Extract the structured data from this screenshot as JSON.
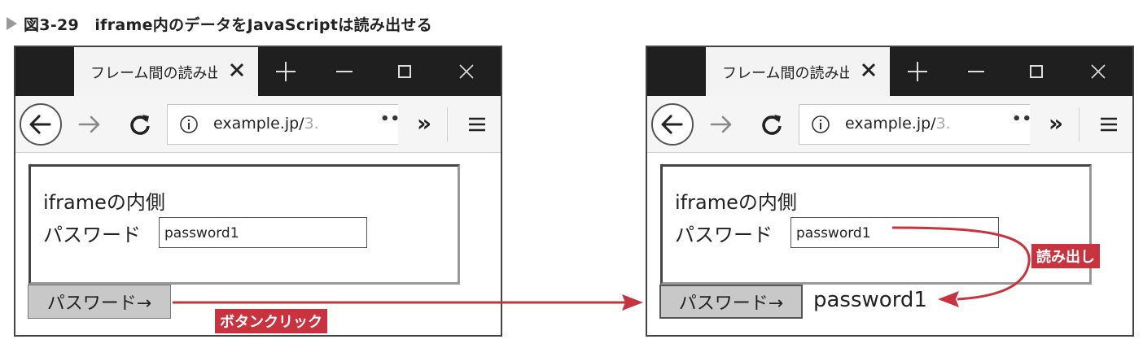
{
  "figure_title": "図3-29　iframe内のデータをJavaScriptは読み出せる",
  "browsers": [
    {
      "tab_label": "フレーム間の読み出",
      "url_host": "example.jp/",
      "url_path": "3.",
      "iframe_heading": "iframeの内側",
      "password_label": "パスワード",
      "password_value": "password1",
      "button_label": "パスワード→",
      "output_text": ""
    },
    {
      "tab_label": "フレーム間の読み出",
      "url_host": "example.jp/",
      "url_path": "3.",
      "iframe_heading": "iframeの内側",
      "password_label": "パスワード",
      "password_value": "password1",
      "button_label": "パスワード→",
      "output_text": "password1"
    }
  ],
  "annotations": {
    "button_click": "ボタンクリック",
    "read_out": "読み出し"
  },
  "colors": {
    "accent": "#c8333f",
    "titlebar": "#1f1f1f",
    "navbar": "#f5f5f5",
    "button": "#c8c8c8"
  }
}
